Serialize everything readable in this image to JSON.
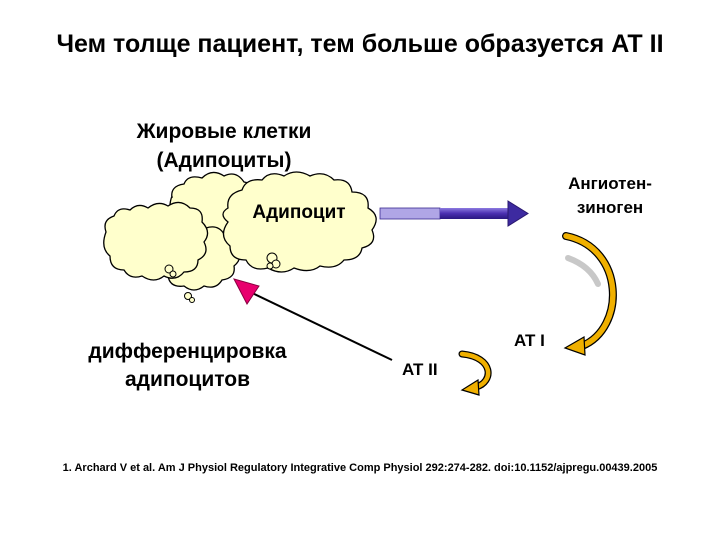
{
  "title": "Чем толще пациент, тем больше образуется AT II",
  "fat_cells": {
    "label_line1": "Жировые клетки",
    "label_line2": "(Адипоциты)",
    "adipocyte_label": "Адипоцит"
  },
  "angiotensinogen": {
    "line1": "Ангиотен-",
    "line2": "зиноген"
  },
  "differentiation": {
    "line1": "дифференцировка",
    "line2": "адипоцитов"
  },
  "at1_label": "AT I",
  "at2_label": "AT II",
  "citation": "1. Archard V et al. Am J Physiol Regulatory Integrative Comp Physiol 292:274-282. doi:10.1152/ajpregu.00439.2005",
  "colors": {
    "cloud_fill": "#ffffcc",
    "secretion_arrow": "#5533bb",
    "curved_arrow": "#f0b000",
    "pointer_head": "#e8006e",
    "shadow": "#c8c8c8"
  }
}
